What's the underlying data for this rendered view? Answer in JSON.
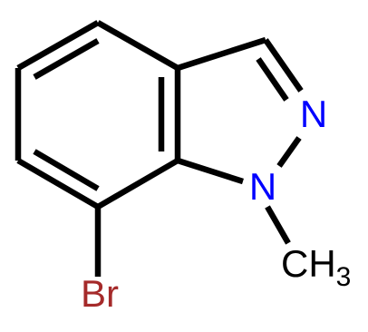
{
  "molecule": {
    "atoms": {
      "n2": "N",
      "n1": "N",
      "br": "Br",
      "methyl_c": "CH",
      "methyl_sub": "3"
    },
    "colors": {
      "bond": "#000000",
      "nitrogen": "#0000ff",
      "bromine": "#a52a2a",
      "carbon": "#000000",
      "background": "#ffffff"
    }
  }
}
